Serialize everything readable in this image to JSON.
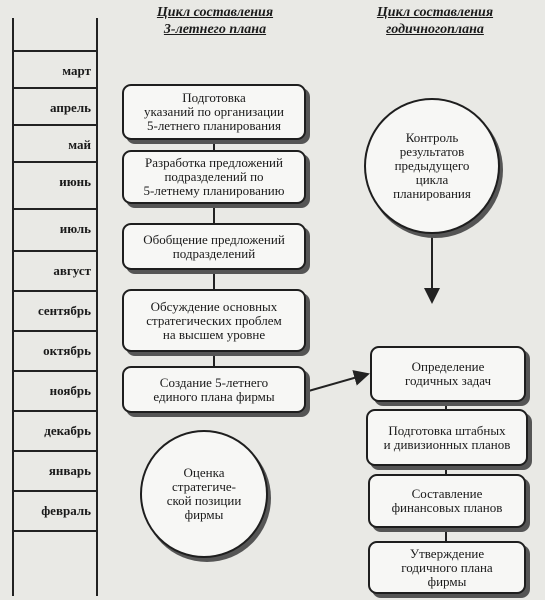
{
  "headers": {
    "left": [
      "Цикл составления",
      "3-летнего плана"
    ],
    "right": [
      "Цикл составления",
      "годичногоплана"
    ]
  },
  "months": [
    "март",
    "апрель",
    "май",
    "июнь",
    "июль",
    "август",
    "сентябрь",
    "октябрь",
    "ноябрь",
    "декабрь",
    "январь",
    "февраль"
  ],
  "left_steps": [
    [
      "Подготовка",
      "указаний по организации",
      "5-летнего планирования"
    ],
    [
      "Разработка предложений",
      "подразделений по",
      "5-летнему планированию"
    ],
    [
      "Обобщение предложений",
      "подразделений"
    ],
    [
      "Обсуждение основных",
      "стратегических проблем",
      "на высшем уровне"
    ],
    [
      "Создание 5-летнего",
      "единого плана фирмы"
    ]
  ],
  "left_circle": [
    "Оценка",
    "стратегиче-",
    "ской позиции",
    "фирмы"
  ],
  "right_circle": [
    "Контроль",
    "результатов",
    "предыдущего",
    "цикла",
    "планирования"
  ],
  "right_steps": [
    [
      "Определение",
      "годичных задач"
    ],
    [
      "Подготовка штабных",
      "и дивизионных планов"
    ],
    [
      "Составление",
      "финансовых планов"
    ],
    [
      "Утверждение",
      "годичного плана",
      "фирмы"
    ]
  ]
}
